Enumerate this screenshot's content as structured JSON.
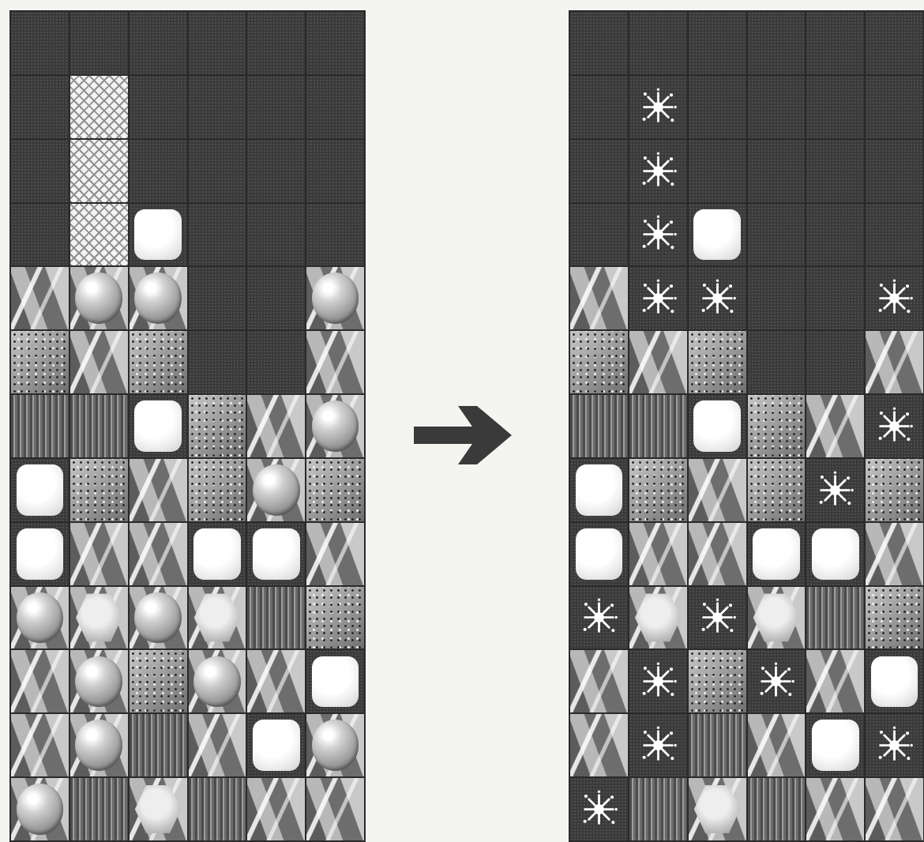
{
  "scene": {
    "grid_columns": 6,
    "grid_rows": 13,
    "colors": {
      "background": "#f4f4f1",
      "empty_cell": "#3a3a3a",
      "arrow": "#3a3a3a"
    },
    "tile_legend": {
      "E": "empty",
      "H": "hatch-piece",
      "P": "pearl",
      "O": "orb",
      "C": "crystal",
      "S": "speckle-gem",
      "T": "striped-gem",
      "X": "hexagon-gem",
      "K": "sparkle"
    }
  },
  "boards": {
    "before": {
      "rows": [
        [
          "E",
          "E",
          "E",
          "E",
          "E",
          "E"
        ],
        [
          "E",
          "H",
          "E",
          "E",
          "E",
          "E"
        ],
        [
          "E",
          "H",
          "E",
          "E",
          "E",
          "E"
        ],
        [
          "E",
          "H",
          "P",
          "E",
          "E",
          "E"
        ],
        [
          "C",
          "O",
          "O",
          "E",
          "E",
          "O"
        ],
        [
          "S",
          "C",
          "S",
          "E",
          "E",
          "C"
        ],
        [
          "T",
          "T",
          "P",
          "S",
          "C",
          "O"
        ],
        [
          "P",
          "S",
          "C",
          "S",
          "O",
          "S"
        ],
        [
          "P",
          "C",
          "C",
          "P",
          "P",
          "C"
        ],
        [
          "O",
          "X",
          "O",
          "X",
          "T",
          "S"
        ],
        [
          "C",
          "O",
          "S",
          "O",
          "C",
          "P"
        ],
        [
          "C",
          "O",
          "T",
          "C",
          "P",
          "O"
        ],
        [
          "O",
          "T",
          "X",
          "T",
          "C",
          "C"
        ]
      ]
    },
    "after": {
      "rows": [
        [
          "E",
          "E",
          "E",
          "E",
          "E",
          "E"
        ],
        [
          "E",
          "K",
          "E",
          "E",
          "E",
          "E"
        ],
        [
          "E",
          "K",
          "E",
          "E",
          "E",
          "E"
        ],
        [
          "E",
          "K",
          "P",
          "E",
          "E",
          "E"
        ],
        [
          "C",
          "K",
          "K",
          "E",
          "E",
          "K"
        ],
        [
          "S",
          "C",
          "S",
          "E",
          "E",
          "C"
        ],
        [
          "T",
          "T",
          "P",
          "S",
          "C",
          "K"
        ],
        [
          "P",
          "S",
          "C",
          "S",
          "K",
          "S"
        ],
        [
          "P",
          "C",
          "C",
          "P",
          "P",
          "C"
        ],
        [
          "K",
          "X",
          "K",
          "X",
          "T",
          "S"
        ],
        [
          "C",
          "K",
          "S",
          "K",
          "C",
          "P"
        ],
        [
          "C",
          "K",
          "T",
          "C",
          "P",
          "K"
        ],
        [
          "K",
          "T",
          "X",
          "T",
          "C",
          "C"
        ]
      ]
    }
  },
  "arrow": {
    "icon": "right-arrow-icon"
  }
}
